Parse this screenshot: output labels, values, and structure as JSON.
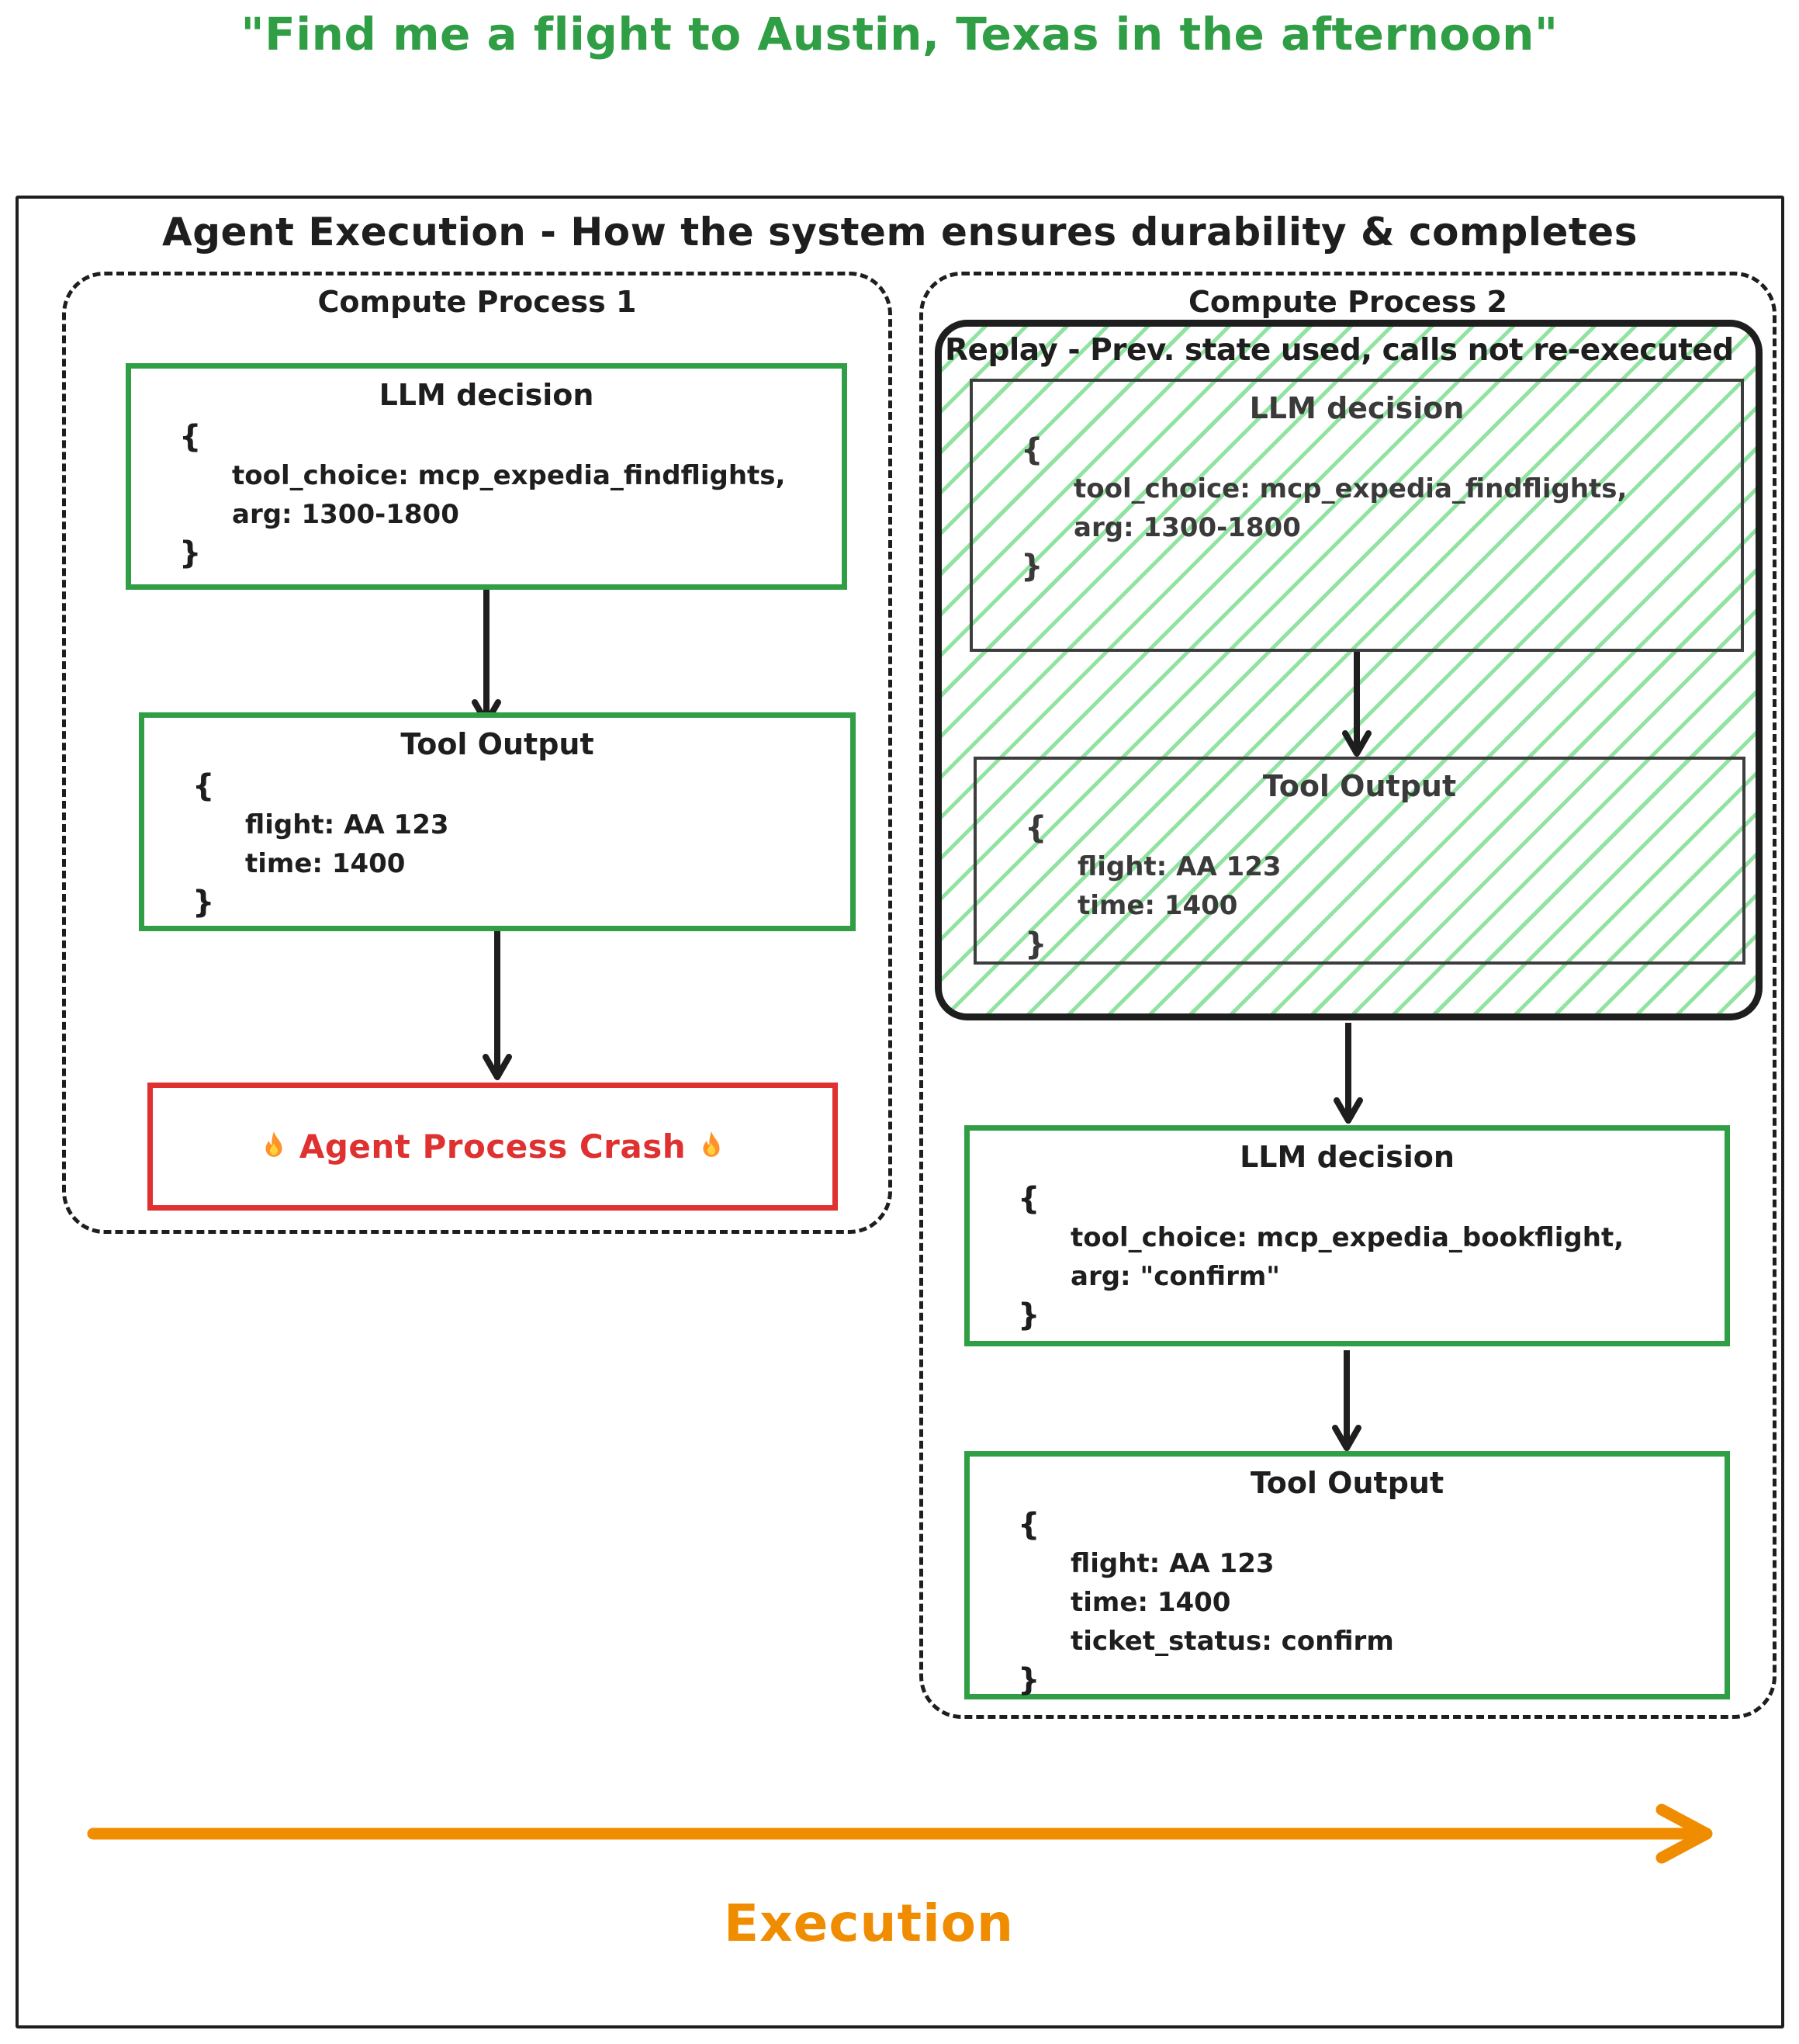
{
  "page": {
    "quote": "\"Find me a flight to Austin, Texas in the afternoon\"",
    "diagram_title": "Agent Execution - How the system ensures durability & completes",
    "execution_label": "Execution"
  },
  "colors": {
    "ink": "#1e1e1e",
    "green": "#2f9e44",
    "hatch": "#90e3a0",
    "red": "#e03131",
    "orange": "#f08c00"
  },
  "process1": {
    "title": "Compute Process 1",
    "llm_decision": {
      "title": "LLM decision",
      "lines": [
        "{",
        "tool_choice: mcp_expedia_findflights,",
        "arg: 1300-1800",
        "}"
      ]
    },
    "tool_output": {
      "title": "Tool Output",
      "lines": [
        "{",
        "flight: AA 123",
        "time: 1400",
        "}"
      ]
    },
    "crash": {
      "label": "Agent Process Crash",
      "icon": "fire-icon"
    }
  },
  "process2": {
    "title": "Compute Process 2",
    "replay": {
      "label": "Replay - Prev. state used, calls not re-executed",
      "llm_decision": {
        "title": "LLM decision",
        "lines": [
          "{",
          "tool_choice: mcp_expedia_findflights,",
          "arg: 1300-1800",
          "}"
        ]
      },
      "tool_output": {
        "title": "Tool Output",
        "lines": [
          "{",
          "flight: AA 123",
          "time: 1400",
          "}"
        ]
      }
    },
    "llm_decision": {
      "title": "LLM decision",
      "lines": [
        "{",
        "tool_choice: mcp_expedia_bookflight,",
        "arg: \"confirm\"",
        "}"
      ]
    },
    "tool_output": {
      "title": "Tool Output",
      "lines": [
        "{",
        "flight: AA 123",
        "time: 1400",
        "ticket_status: confirm",
        "}"
      ]
    }
  }
}
